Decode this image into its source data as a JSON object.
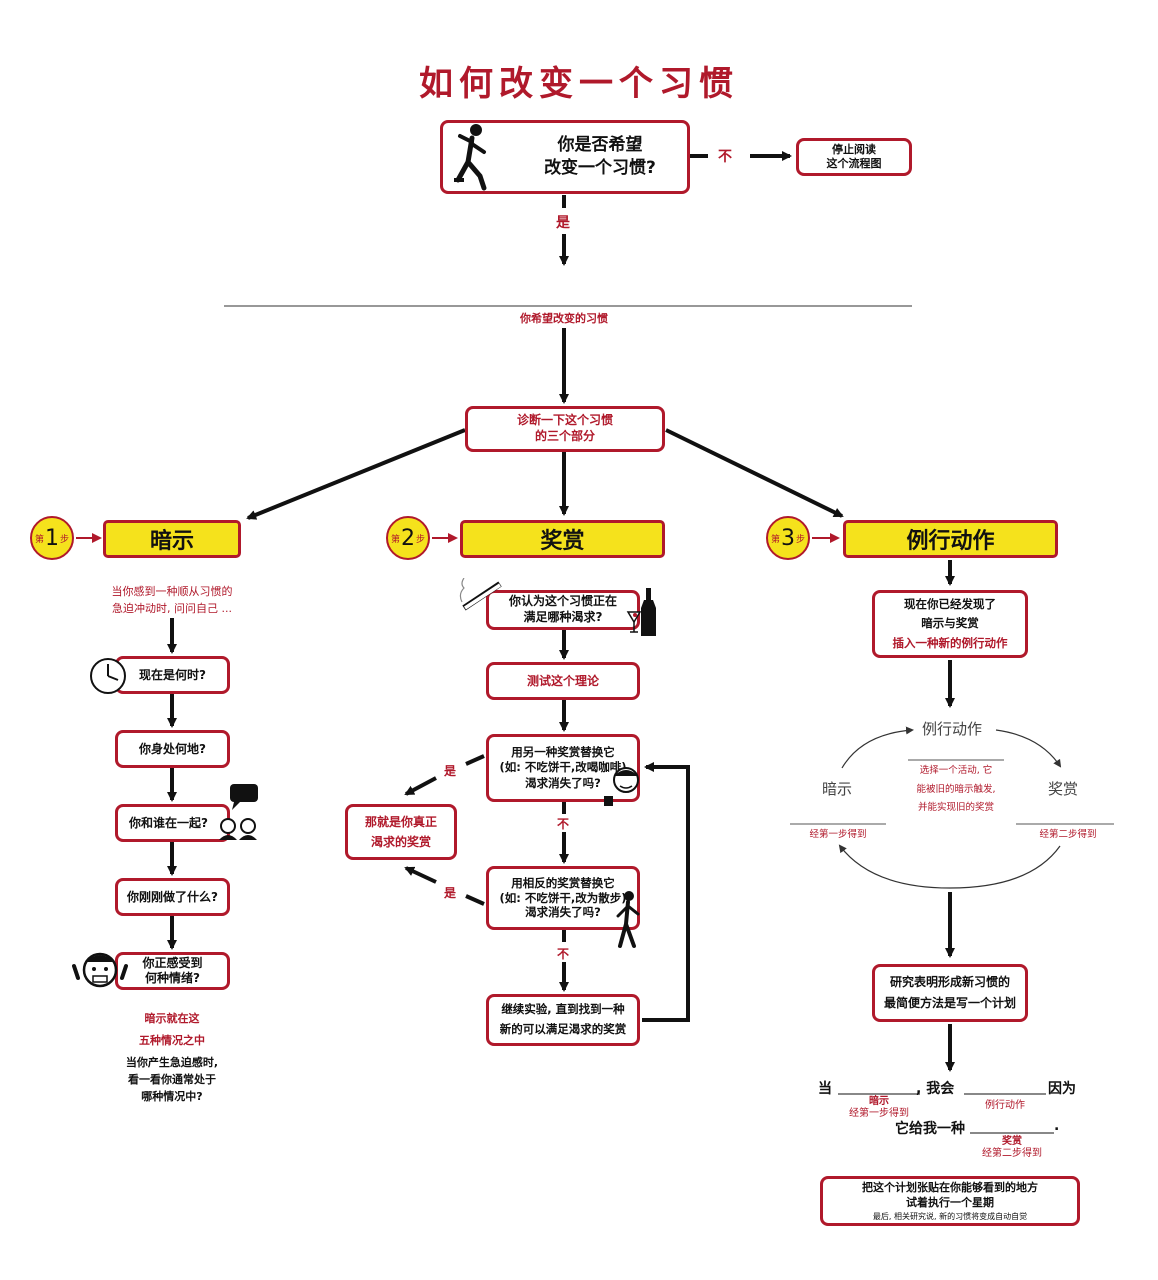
{
  "title": {
    "part1": "如何改变",
    "part2": "一个习惯"
  },
  "top": {
    "question_l1": "你是否希望",
    "question_l2": "改变一个习惯?",
    "no_label": "不",
    "stop_l1": "停止阅读",
    "stop_l2": "这个流程图",
    "yes_label": "是"
  },
  "habit_label": "你希望改变的习惯",
  "diagnose": {
    "l1": "诊断一下这个习惯",
    "l2": "的三个部分"
  },
  "steps": {
    "prefix": "第",
    "suffix": "步",
    "n1": "1",
    "n2": "2",
    "n3": "3",
    "cue": "暗示",
    "reward": "奖赏",
    "routine": "例行动作"
  },
  "cue_col": {
    "intro_l1": "当你感到一种顺从习惯的",
    "intro_l2": "急迫冲动时, 问问自己 ...",
    "q1": "现在是何时?",
    "q2": "你身处何地?",
    "q3": "你和谁在一起?",
    "q4": "你刚刚做了什么?",
    "q5_l1": "你正感受到",
    "q5_l2": "何种情绪?",
    "summary_l1": "暗示就在这",
    "summary_l2": "五种情况之中",
    "end_l1": "当你产生急迫感时,",
    "end_l2": "看一看你通常处于",
    "end_l3": "哪种情况中?"
  },
  "reward_col": {
    "craving_l1": "你认为这个习惯正在",
    "craving_l2": "满足哪种渴求?",
    "test": "测试这个理论",
    "alt1_l1": "用另一种奖赏替换它",
    "alt1_l2": "(如: 不吃饼干,改喝咖啡)",
    "alt1_l3": "渴求消失了吗?",
    "alt2_l1": "用相反的奖赏替换它",
    "alt2_l2": "(如: 不吃饼干,改为散步)",
    "alt2_l3": "渴求消失了吗?",
    "yes1": "是",
    "yes2": "是",
    "no1": "不",
    "no2": "不",
    "real_l1": "那就是你真正",
    "real_l2": "渴求的奖赏",
    "continue_l1": "继续实验, 直到找到一种",
    "continue_l2": "新的可以满足渴求的奖赏"
  },
  "routine_col": {
    "found_l1": "现在你已经发现了",
    "found_l2": "暗示与奖赏",
    "found_l3": "插入一种新的例行动作",
    "loop_top": "例行动作",
    "loop_left": "暗示",
    "loop_right": "奖赏",
    "loop_desc_l1": "选择一个活动, 它",
    "loop_desc_l2": "能被旧的暗示触发,",
    "loop_desc_l3": "并能实现旧的奖赏",
    "loop_left_sub": "经第一步得到",
    "loop_right_sub": "经第二步得到",
    "plan_l1": "研究表明形成新习惯的",
    "plan_l2": "最简便方法是写一个计划",
    "sentence_when": "当",
    "sentence_comma_i_will": ", 我会",
    "sentence_because": "因为",
    "sentence_it_gives": "它给我一种",
    "sentence_period": ".",
    "blank_cue": "暗示",
    "blank_cue_sub": "经第一步得到",
    "blank_routine": "例行动作",
    "blank_reward": "奖赏",
    "blank_reward_sub": "经第二步得到",
    "final_l1": "把这个计划张贴在你能够看到的地方",
    "final_l2": "试着执行一个星期",
    "final_l3": "最后, 相关研究说, 新的习惯将变成自动自觉"
  }
}
